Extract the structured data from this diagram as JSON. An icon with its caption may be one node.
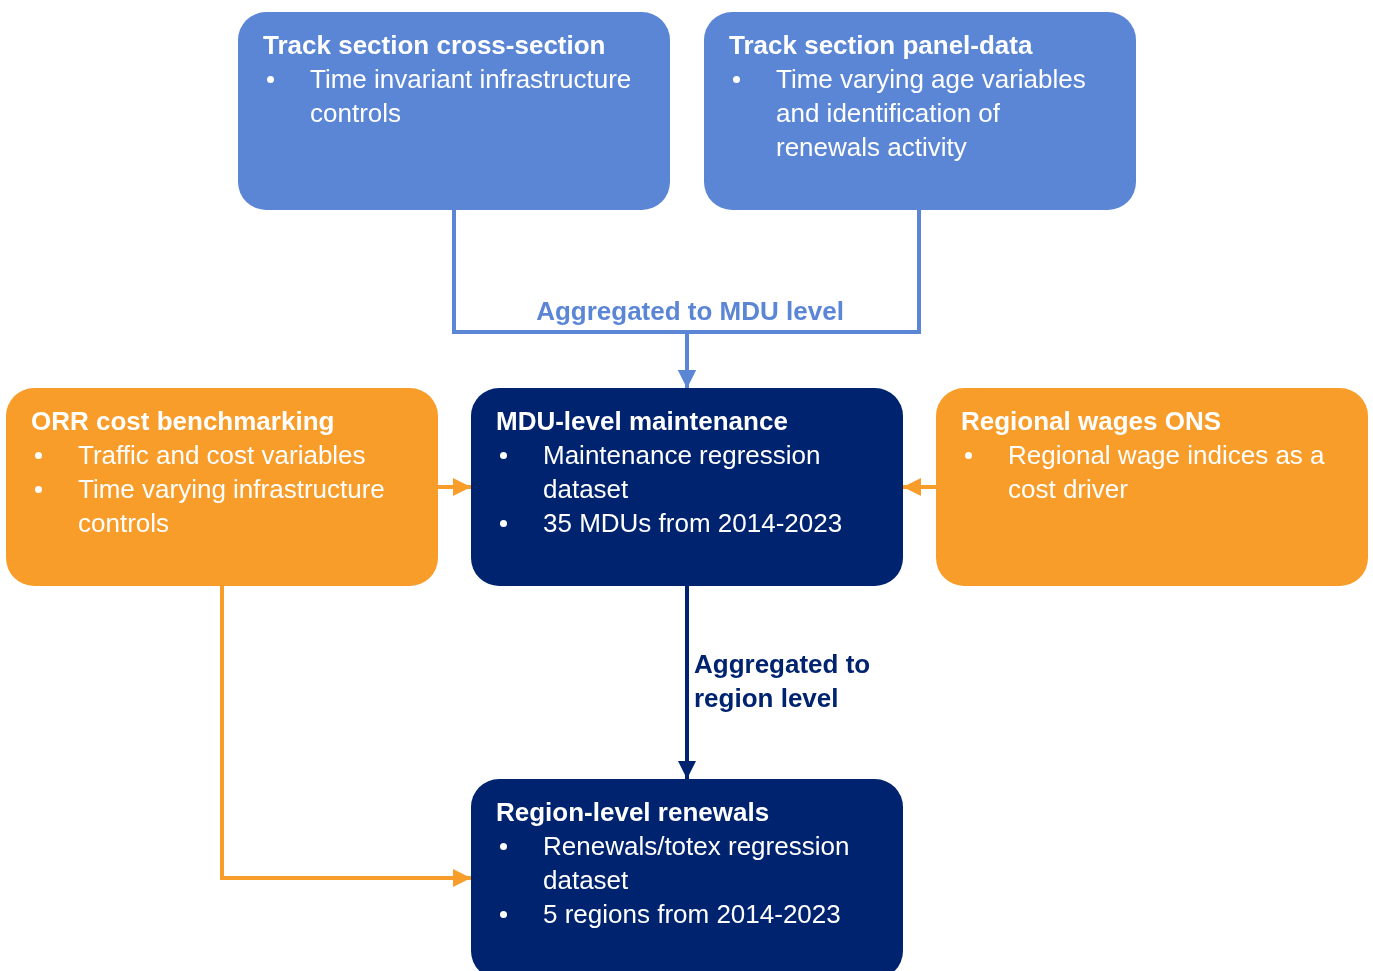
{
  "diagram": {
    "nodes": [
      {
        "text": [
          "Track section cross-section",
          "Time invariant infrastructure controls"
        ]
      },
      {
        "text": [
          "Track section panel-data",
          "Time varying age variables and identification of renewals activity"
        ]
      },
      {
        "text": [
          "ORR cost benchmarking",
          "Traffic and cost variables",
          "Time varying infrastructure controls"
        ]
      },
      {
        "text": [
          "MDU-level maintenance",
          "Maintenance regression dataset",
          "35 MDUs from 2014-2023"
        ]
      },
      {
        "text": [
          "Regional wages ONS",
          "Regional wage indices as a cost driver"
        ]
      },
      {
        "text": [
          "Region-level renewals",
          "Renewals/totex regression dataset",
          "5 regions from 2014-2023"
        ]
      }
    ],
    "edges": [
      {
        "from": 0,
        "to": 3,
        "arrow": "to",
        "label": "Aggregated to MDU level",
        "color": "#5b86d6"
      },
      {
        "from": 1,
        "to": 3,
        "arrow": "to",
        "color": "#5b86d6"
      },
      {
        "from": 2,
        "to": 3,
        "arrow": "to"
      },
      {
        "from": 4,
        "to": 3,
        "arrow": "to"
      },
      {
        "from": 3,
        "to": 5,
        "arrow": "to",
        "label": "Aggregated to region level",
        "color": "#00236f"
      },
      {
        "from": 2,
        "to": 5,
        "arrow": "to"
      }
    ]
  }
}
